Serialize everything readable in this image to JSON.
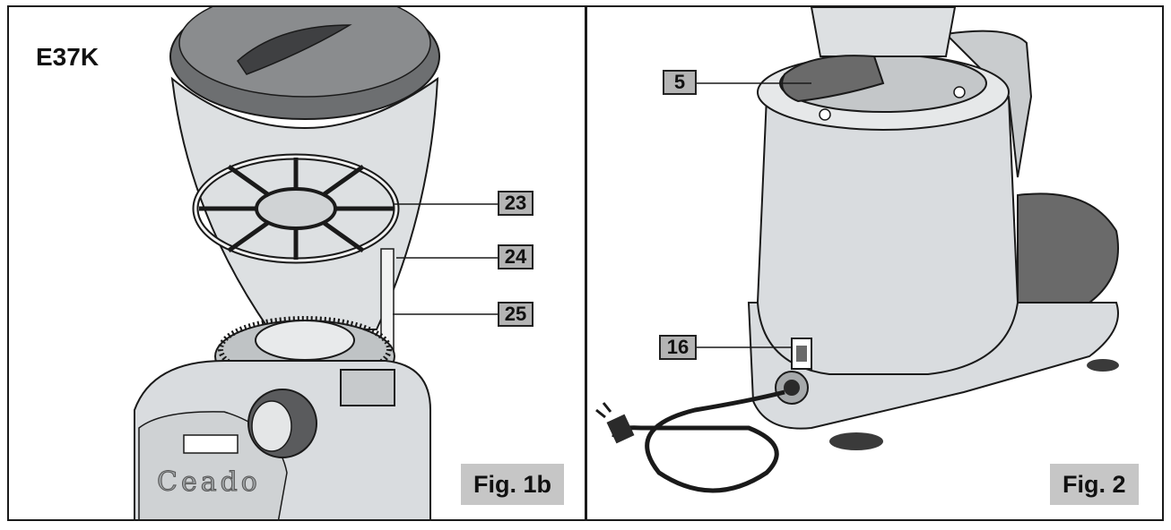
{
  "figures": [
    {
      "id": "fig-1b",
      "model": "E37K",
      "label": "Fig. 1b",
      "callouts": [
        "23",
        "24",
        "25"
      ],
      "brand_marking": "Ceado"
    },
    {
      "id": "fig-2",
      "label": "Fig. 2",
      "callouts": [
        "5",
        "16"
      ]
    }
  ],
  "colors": {
    "line": "#1a1a1a",
    "callout_fill": "#b4b4b4",
    "fig_label_fill": "#c6c6c6",
    "body_gray": "#d9dcdf",
    "dark_gray": "#6a6a6a"
  },
  "illustration": {
    "left": "coffee-grinder-hopper-illustration",
    "right": "coffee-grinder-rear-illustration"
  }
}
